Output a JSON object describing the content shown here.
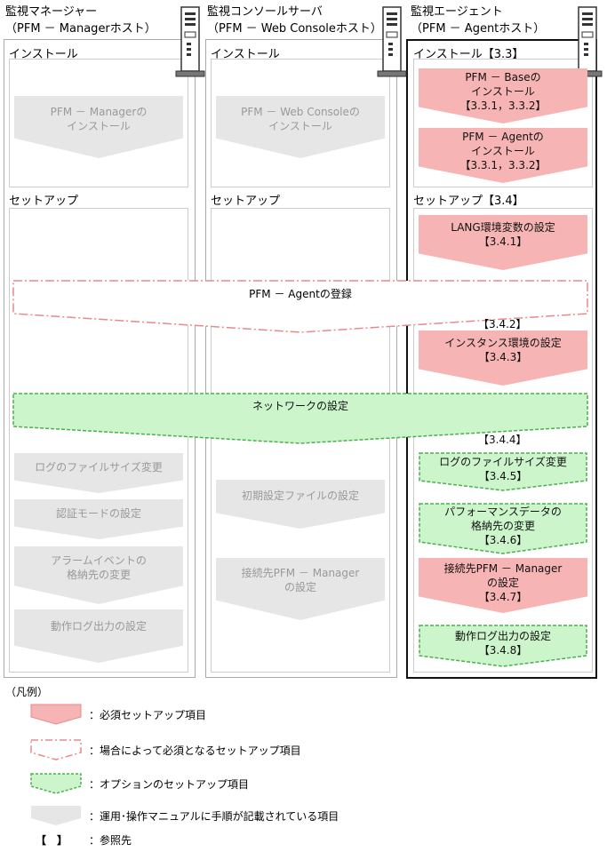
{
  "columns": [
    {
      "title": "監視マネージャー",
      "host": "（PFM － Managerホスト）"
    },
    {
      "title": "監視コンソールサーバ",
      "host": "（PFM － Web Consoleホスト）"
    },
    {
      "title": "監視エージェント",
      "host": "（PFM － Agentホスト）"
    }
  ],
  "sections": {
    "install": "インストール",
    "install_ref": "インストール【3.3】",
    "setup": "セットアップ",
    "setup_ref": "セットアップ【3.4】"
  },
  "manager": {
    "install": [
      "PFM － Managerの",
      "インストール"
    ],
    "log_size": "ログのファイルサイズ変更",
    "auth_mode": "認証モードの設定",
    "alarm": [
      "アラームイベントの",
      "格納先の変更"
    ],
    "action_log": "動作ログ出力の設定"
  },
  "webconsole": {
    "install": [
      "PFM － Web Consoleの",
      "インストール"
    ],
    "init_file": "初期設定ファイルの設定",
    "connect": [
      "接続先PFM － Manager",
      "の設定"
    ]
  },
  "agent": {
    "base_install": [
      "PFM － Baseの",
      "インストール",
      "【3.3.1，3.3.2】"
    ],
    "agent_install": [
      "PFM － Agentの",
      "インストール",
      "【3.3.1，3.3.2】"
    ],
    "lang": [
      "LANG環境変数の設定",
      "【3.4.1】"
    ],
    "instance": [
      "インスタンス環境の設定",
      "【3.4.3】"
    ],
    "log_size": [
      "ログのファイルサイズ変更",
      "【3.4.5】"
    ],
    "perf_data": [
      "パフォーマンスデータの",
      "格納先の変更",
      "【3.4.6】"
    ],
    "connect": [
      "接続先PFM － Manager",
      "の設定",
      "【3.4.7】"
    ],
    "action_log": [
      "動作ログ出力の設定",
      "【3.4.8】"
    ]
  },
  "spanning": {
    "register": {
      "label": "PFM － Agentの登録",
      "ref": "【3.4.2】"
    },
    "network": {
      "label": "ネットワークの設定",
      "ref": "【3.4.4】"
    }
  },
  "legend": {
    "title": "（凡例）",
    "required": "：必須セットアップ項目",
    "conditional": "：場合によって必須となるセットアップ項目",
    "optional": "：オプションのセットアップ項目",
    "manual": "：運用･操作マニュアルに手順が記載されている項目",
    "bracket_symbol": "【　】",
    "reference": "：参照先"
  },
  "colors": {
    "required_fill": "#f7b4b4",
    "required_stroke": "#e88a8a",
    "optional_fill": "#ccf5cc",
    "optional_stroke": "#4caf50",
    "manual_fill": "#e6e6e6"
  }
}
